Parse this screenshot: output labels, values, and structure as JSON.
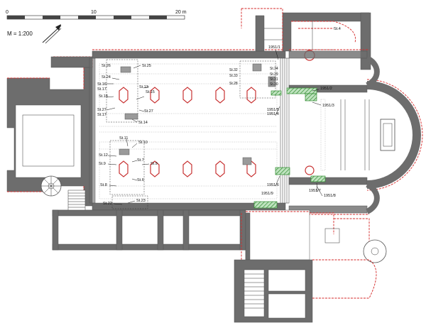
{
  "scale_bar": {
    "ticks": [
      "0",
      "10",
      "20 m"
    ]
  },
  "scale_ratio": "M = 1:200",
  "north_arrow": "north-arrow-icon",
  "colors": {
    "wall": "#6d6d6d",
    "finds": "#d42a2a",
    "trench": "#3a9a3a"
  },
  "labels": {
    "st4": "St.4",
    "st25": "St.25",
    "st26": "St.26",
    "st24": "St.24",
    "st16": "St.16",
    "st17a": "St.17",
    "st13": "St.13",
    "st15": "St.15",
    "st18": "St.18",
    "st27a": "St.27",
    "st27b": "St.27",
    "st17b": "St.17",
    "st14": "St.14",
    "st11": "St.11",
    "st10": "St.10",
    "st12": "St.12",
    "st9a": "St.9",
    "st7": "St.7",
    "st9b": "St.9",
    "st6": "St.6",
    "st8": "St.8",
    "st22": "St.22",
    "st23": "St.23",
    "st32": "St.32",
    "st33": "St.33",
    "st34": "St.34",
    "st29": "St.29",
    "st31": "St.31",
    "st30": "St.30",
    "st28": "St.28",
    "t1951_1": "1951/1",
    "t1951_2": "1951/2",
    "t1951_3": "1951/3",
    "t1951_4": "1951/4",
    "t1951_5": "1951/5",
    "t1951_6": "1951/6",
    "t1951_7": "1951/7",
    "t1951_8": "1951/8",
    "t1951_9": "1951/9"
  }
}
